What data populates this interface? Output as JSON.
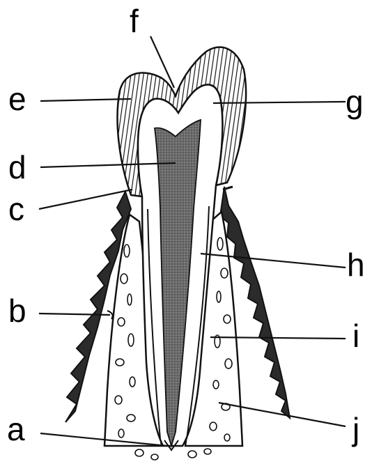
{
  "labels": {
    "a": "a",
    "b": "b",
    "c": "c",
    "d": "d",
    "e": "e",
    "f": "f",
    "g": "g",
    "h": "h",
    "i": "i",
    "j": "j"
  },
  "colors": {
    "ink": "#111111",
    "paper": "#ffffff",
    "pulp": "#5e5e5e",
    "gum": "#2b2b2b"
  }
}
